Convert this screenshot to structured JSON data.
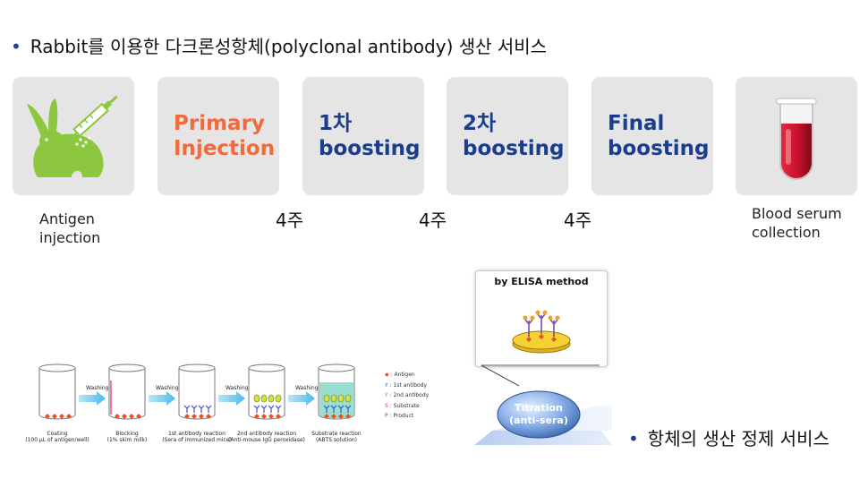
{
  "header": {
    "bullet": "•",
    "title": "Rabbit를 이용한 다크론성항체(polyclonal antibody) 생산 서비스"
  },
  "steps": [
    {
      "label_1": "",
      "label_2": "",
      "caption_1": "Antigen",
      "caption_2": "injection",
      "icon": "rabbit-injection-icon"
    },
    {
      "label_1": "Primary",
      "label_2": "Injection",
      "color": "#f26a3c"
    },
    {
      "label_1": "1차",
      "label_2": "boosting",
      "color": "#1b3d8f"
    },
    {
      "label_1": "2차",
      "label_2": "boosting",
      "color": "#1b3d8f"
    },
    {
      "label_1": "Final",
      "label_2": "boosting",
      "color": "#1b3d8f"
    },
    {
      "label_1": "",
      "label_2": "",
      "caption_1": "Blood serum",
      "caption_2": "collection",
      "icon": "blood-tube-icon"
    }
  ],
  "intervals": [
    "4주",
    "4주",
    "4주"
  ],
  "elisa": {
    "box_title": "by ELISA method",
    "titration_1": "Titration",
    "titration_2": "(anti-sera)"
  },
  "elisa_steps": {
    "wash_label": "Washing",
    "stages": [
      {
        "name": "Coating",
        "detail": "(100 μL of antigen/well)"
      },
      {
        "name": "Blocking",
        "detail": "(1% skim milk)"
      },
      {
        "name": "1st antibody reaction",
        "detail": "(Sera of immunized mice)"
      },
      {
        "name": "2nd antibody reaction",
        "detail": "(Anti-mouse IgG peroxidase)"
      },
      {
        "name": "Substrate reaction",
        "detail": "(ABTS solution)"
      }
    ],
    "legend": [
      {
        "symbol": "◆",
        "text": ": Antigen",
        "color": "#f04e23"
      },
      {
        "symbol": "Y",
        "text": ": 1st antibody",
        "color": "#3a4fd0"
      },
      {
        "symbol": "Y",
        "text": ": 2nd antibody",
        "color": "#7a9a20"
      },
      {
        "symbol": "S",
        "text": ": Substrate",
        "color": "#d03030"
      },
      {
        "symbol": "P",
        "text": ": Product",
        "color": "#3a4fd0"
      }
    ]
  },
  "footer": {
    "bullet": "•",
    "title": "항체의 생산 정제 서비스"
  },
  "colors": {
    "step_bg": "#e5e5e5",
    "accent_orange": "#f26a3c",
    "accent_blue": "#1b3d8f",
    "rabbit_green": "#8dc63f",
    "blood_red": "#c8102e"
  }
}
